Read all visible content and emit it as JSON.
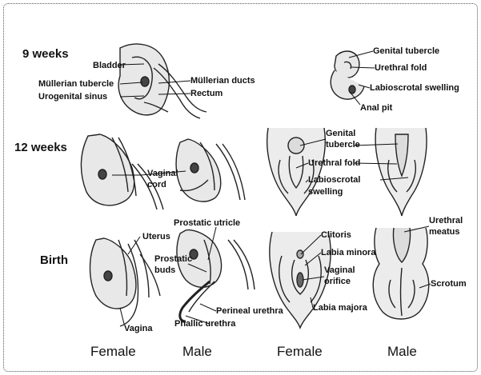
{
  "stages": {
    "w9": "9 weeks",
    "w12": "12 weeks",
    "birth": "Birth"
  },
  "internal_labels": {
    "bladder": "Bladder",
    "mullerian_tubercle": "Müllerian tubercle",
    "urogenital_sinus": "Urogenital sinus",
    "mullerian_ducts": "Müllerian ducts",
    "rectum": "Rectum",
    "vaginal": "Vaginal",
    "cord": "cord",
    "uterus": "Uterus",
    "vagina": "Vagina",
    "prostatic_utricle": "Prostatic utricle",
    "prostatic": "Prostatic",
    "buds": "buds",
    "perineal_urethra": "Perineal urethra",
    "phallic_urethra": "Phallic urethra"
  },
  "external_labels": {
    "genital_tubercle_9": "Genital tubercle",
    "urethral_fold_9": "Urethral fold",
    "labioscrotal_swelling_9": "Labioscrotal swelling",
    "anal_pit": "Anal pit",
    "genital": "Genital",
    "tubercle": "tubercle",
    "urethral_fold_12": "Urethral fold",
    "labioscrotal": "Labioscrotal",
    "swelling": "swelling",
    "clitoris": "Clitoris",
    "labia_minora": "Labia minora",
    "vaginal": "Vaginal",
    "orifice": "orifice",
    "labia_majora": "Labia majora",
    "urethral": "Urethral",
    "meatus": "meatus",
    "scrotum": "Scrotum"
  },
  "footer": {
    "female_1": "Female",
    "male_1": "Male",
    "female_2": "Female",
    "male_2": "Male"
  }
}
